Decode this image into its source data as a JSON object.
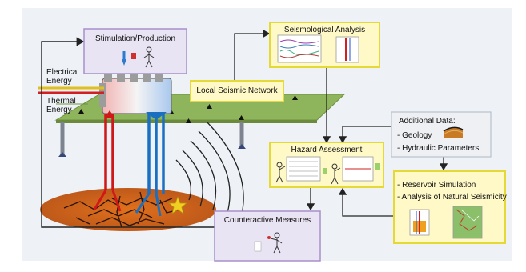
{
  "boxes": {
    "stimulation": {
      "title": "Stimulation/Production"
    },
    "seismological": {
      "title": "Seismological Analysis"
    },
    "local_network": {
      "title": "Local Seismic Network"
    },
    "hazard": {
      "title": "Hazard Assessment"
    },
    "counteractive": {
      "title": "Counteractive Measures"
    },
    "additional": {
      "title": "Additional Data:",
      "items": [
        "- Geology",
        "- Hydraulic Parameters"
      ]
    },
    "simulation": {
      "items": [
        "- Reservoir Simulation",
        "- Analysis of Natural Seismicity"
      ]
    }
  },
  "energy": {
    "electrical_1": "Electrical",
    "electrical_2": "Energy",
    "thermal_1": "Thermal",
    "thermal_2": "Energy"
  },
  "colors": {
    "yellow_border": "#e6d836",
    "yellow_fill": "#fff9c8",
    "purple_border": "#a78fcb",
    "purple_fill": "#e9e4f3",
    "ground": "#7fa64f",
    "reservoir": "#c8601c"
  }
}
